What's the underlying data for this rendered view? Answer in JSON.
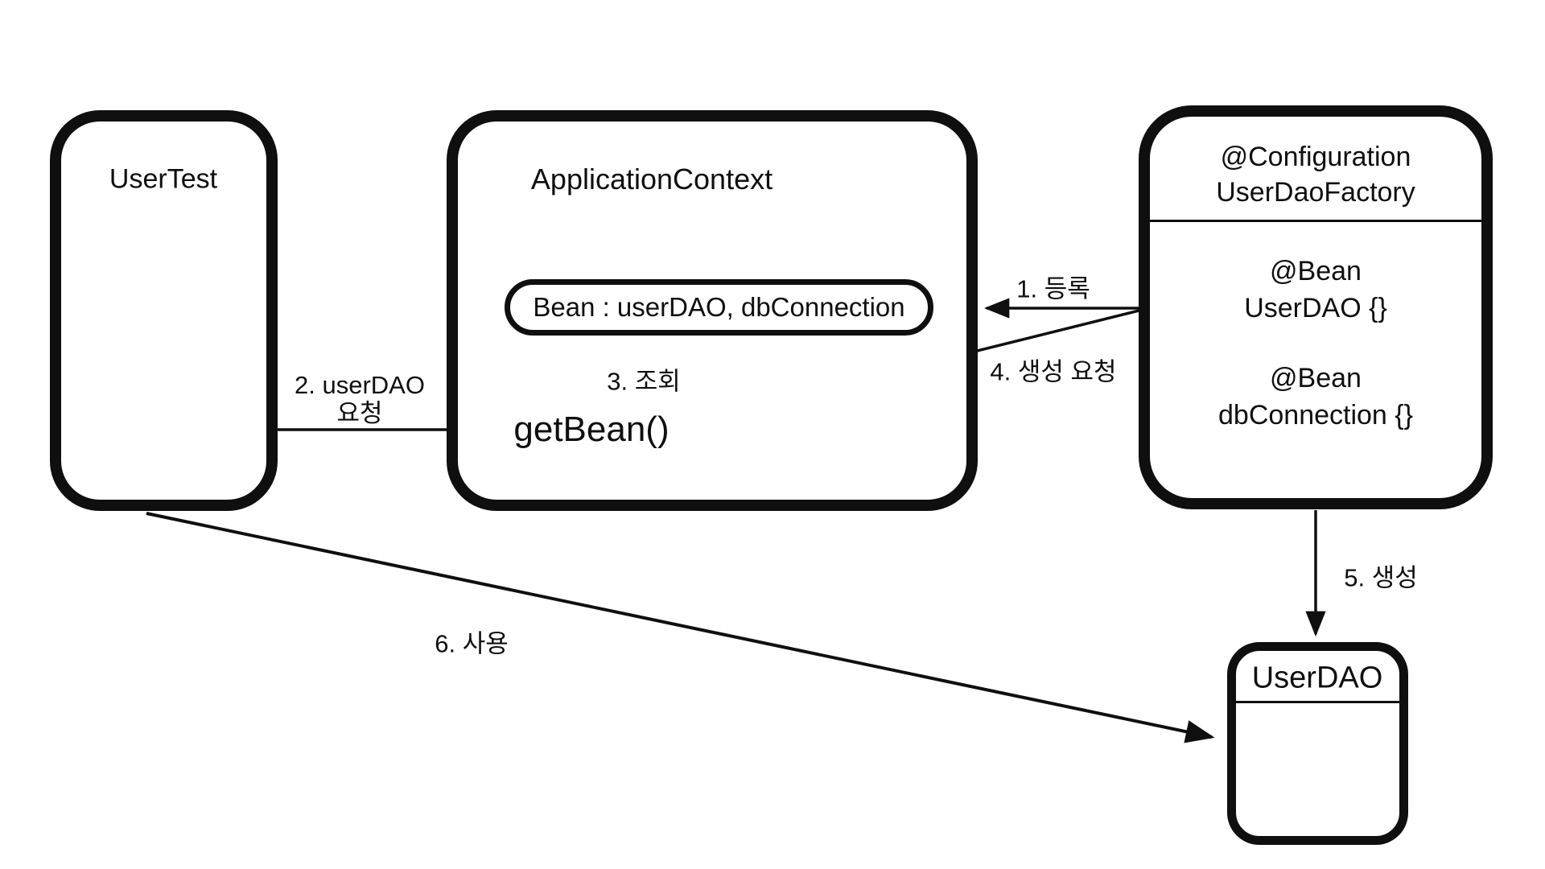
{
  "palette": {
    "background": "#ffffff",
    "ink": "#0f0f0f"
  },
  "nodes": {
    "user_test": {
      "title": "UserTest"
    },
    "application_context": {
      "title": "ApplicationContext",
      "bean_registry": "Bean : userDAO, dbConnection",
      "get_bean": "getBean()"
    },
    "user_dao_factory": {
      "annotation": "@Configuration",
      "class_name": "UserDaoFactory",
      "bean_method_1_annotation": "@Bean",
      "bean_method_1_signature": "UserDAO {}",
      "bean_method_2_annotation": "@Bean",
      "bean_method_2_signature": "dbConnection {}"
    },
    "user_dao": {
      "title": "UserDAO"
    }
  },
  "edges": {
    "register": {
      "label": "1. 등록"
    },
    "request_userdao": {
      "label_line1": "2. userDAO",
      "label_line2": "요청"
    },
    "lookup": {
      "label": "3. 조회"
    },
    "creation_request": {
      "label": "4. 생성 요청"
    },
    "create": {
      "label": "5. 생성"
    },
    "use": {
      "label": "6. 사용"
    }
  }
}
